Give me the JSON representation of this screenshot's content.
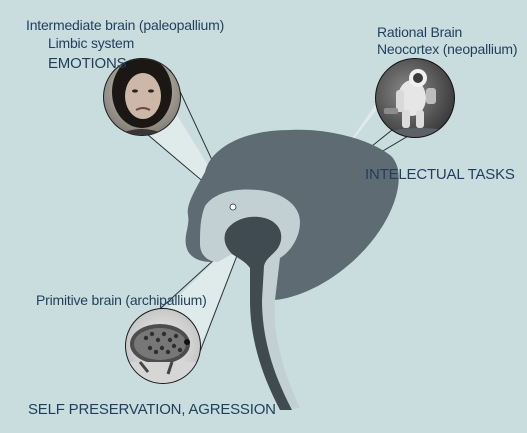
{
  "colors": {
    "background": "#c9dcde",
    "neocortex": "#5e6b72",
    "limbic": "#c2d0d3",
    "brainstem": "#3f4a51",
    "text": "#1f3f5c",
    "callout": "#e3eced"
  },
  "labels": {
    "intermediate_line1": "Intermediate brain (paleopallium)",
    "intermediate_line2": "Limbic system",
    "emotions": "EMOTIONS",
    "rational_line1": "Rational Brain",
    "rational_line2": "Neocortex (neopallium)",
    "intellectual": "INTELECTUAL TASKS",
    "primitive": "Primitive brain (archipallium)",
    "self_preservation": "SELF PRESERVATION, AGRESSION"
  },
  "images": {
    "woman_photo": "woman-face-photo",
    "astronaut_photo": "astronaut-photo",
    "lizard_photo": "lizard-photo"
  }
}
